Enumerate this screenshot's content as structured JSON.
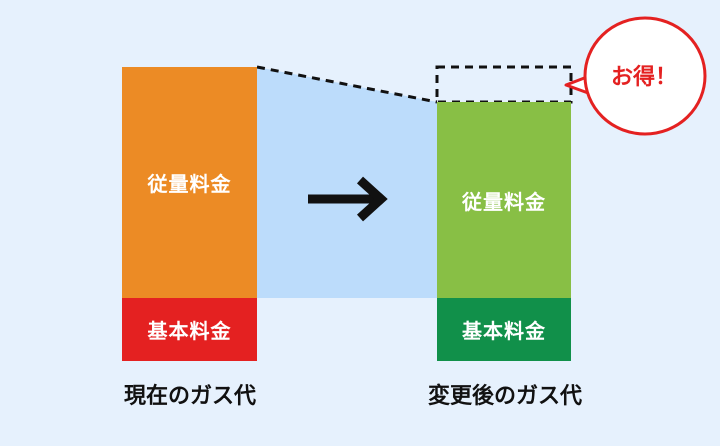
{
  "colors": {
    "background": "#e6f1fd",
    "current_usage": "#ec8b25",
    "current_base": "#e42121",
    "after_usage": "#88bf45",
    "after_base": "#11904a",
    "connector_band": "#bcdcfb",
    "arrow": "#111111",
    "bubble_border": "#e42121",
    "bubble_text": "#e42121"
  },
  "current": {
    "caption": "現在のガス代",
    "usage_label": "従量料金",
    "base_label": "基本料金"
  },
  "after": {
    "caption": "変更後のガス代",
    "usage_label": "従量料金",
    "base_label": "基本料金"
  },
  "savings_bubble": {
    "text": "お得！"
  },
  "icons": {
    "arrow": "arrow-right-icon",
    "bubble": "speech-bubble-icon"
  }
}
